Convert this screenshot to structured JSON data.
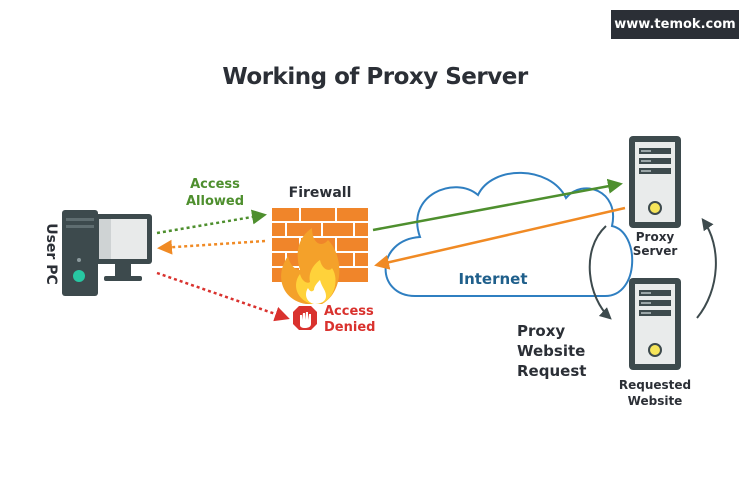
{
  "brand": {
    "text": "www.temok.com"
  },
  "title": "Working of Proxy Server",
  "labels": {
    "user_pc": "User PC",
    "access_allowed_line1": "Access",
    "access_allowed_line2": "Allowed",
    "firewall": "Firewall",
    "internet": "Internet",
    "access_denied_line1": "Access",
    "access_denied_line2": "Denied",
    "proxy_server_line1": "Proxy",
    "proxy_server_line2": "Server",
    "proxy_request_line1": "Proxy",
    "proxy_request_line2": "Website",
    "proxy_request_line3": "Request",
    "requested_website_line1": "Requested",
    "requested_website_line2": "Website"
  },
  "colors": {
    "allowed": "#4e8f2e",
    "response": "#f08a24",
    "denied": "#d9322e",
    "cloud_outline": "#2f7fc1",
    "internet_text": "#1f5f8b",
    "device": "#3d4a4d",
    "firewall_brick": "#f0852a"
  },
  "icons": [
    "user-pc-icon",
    "firewall-icon",
    "internet-cloud-icon",
    "proxy-server-icon",
    "requested-website-server-icon",
    "stop-hand-icon"
  ]
}
